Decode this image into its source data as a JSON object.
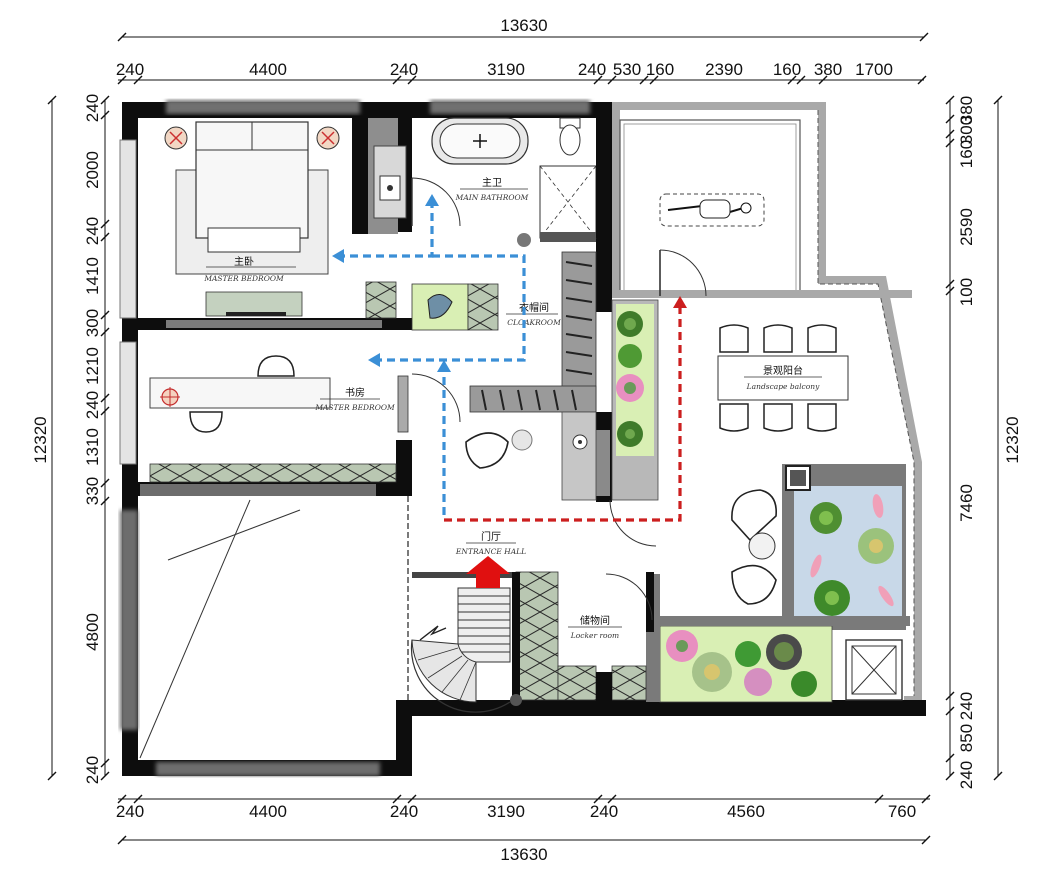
{
  "dimensions": {
    "top_total": "13630",
    "top": [
      "240",
      "4400",
      "240",
      "3190",
      "240",
      "530",
      "160",
      "2390",
      "160",
      "380",
      "1700"
    ],
    "bottom_total": "13630",
    "bottom": [
      "240",
      "4400",
      "240",
      "3190",
      "240",
      "4560",
      "760"
    ],
    "left_total": "12320",
    "left": [
      "240",
      "2000",
      "240",
      "1410",
      "300",
      "1210",
      "240",
      "1310",
      "330",
      "4800",
      "240"
    ],
    "right_total": "12320",
    "right": [
      "380",
      "300",
      "160",
      "2590",
      "100",
      "7460",
      "240",
      "850",
      "240"
    ]
  },
  "rooms": {
    "master_bedroom": {
      "cn": "主卧",
      "en": "MASTER BEDROOM"
    },
    "main_bathroom": {
      "cn": "主卫",
      "en": "MAIN BATHROOM"
    },
    "cloakroom": {
      "cn": "衣帽间",
      "en": "CLOAKROOM"
    },
    "study": {
      "cn": "书房",
      "en": "MASTER BEDROOM"
    },
    "entrance_hall": {
      "cn": "门厅",
      "en": "ENTRANCE HALL"
    },
    "locker_room": {
      "cn": "储物间",
      "en": "Locker room"
    },
    "landscape_balcony": {
      "cn": "景观阳台",
      "en": "Landscape balcony"
    }
  },
  "colors": {
    "wall": "#0d0d0d",
    "partition": "#7a7a7a",
    "balcony_wall": "#a9a9a9",
    "cabinet": "#b9c7b2",
    "planter": "#d9efb4",
    "pond": "#c8d8e8",
    "blue_route": "#3b8fd6",
    "red_route": "#cc1f1f"
  },
  "icons": [
    "staircase-icon",
    "entrance-arrow-icon",
    "bathtub-icon",
    "toilet-icon",
    "sink-icon",
    "bed-icon",
    "desk-icon",
    "chair-icon",
    "sun-lounger-icon",
    "plant-icon",
    "fish-icon",
    "door-swing-icon"
  ]
}
